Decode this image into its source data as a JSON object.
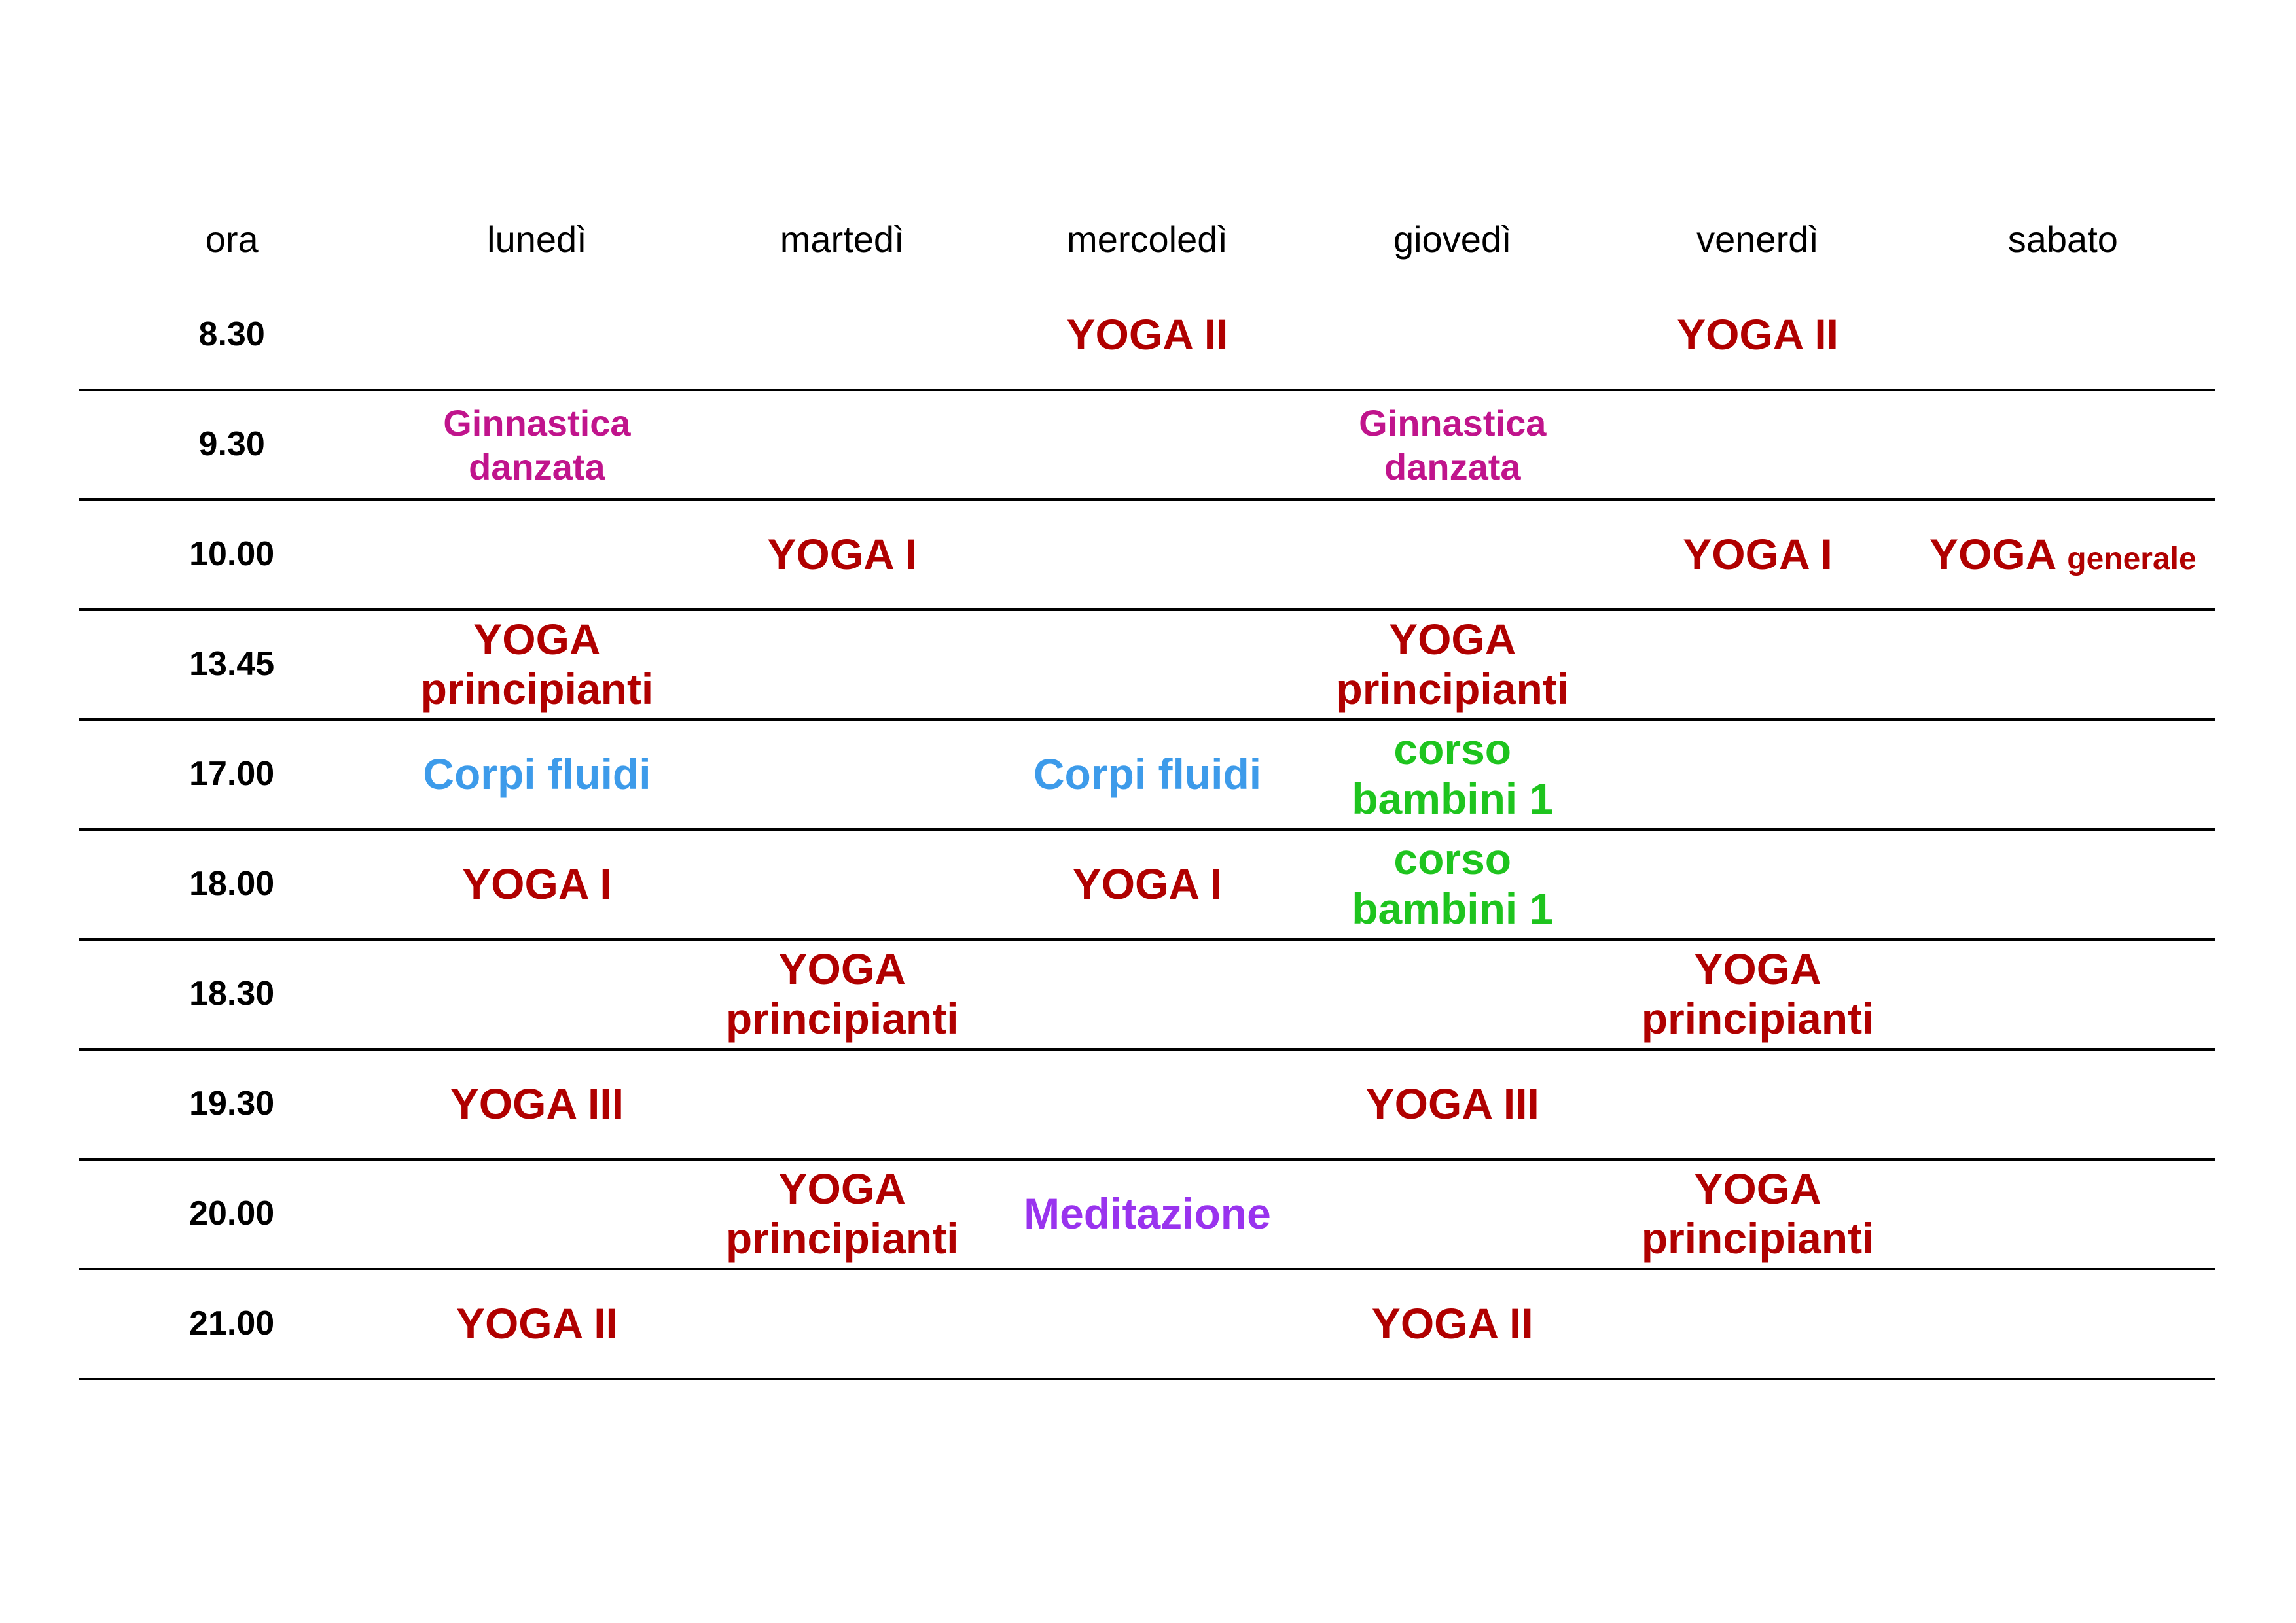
{
  "schedule": {
    "headers": [
      "ora",
      "lunedì",
      "martedì",
      "mercoledì",
      "giovedì",
      "venerdì",
      "sabato"
    ],
    "rows": [
      {
        "time": "8.30",
        "cells": [
          null,
          null,
          {
            "lines": [
              "YOGA II"
            ],
            "kind": "yoga"
          },
          null,
          {
            "lines": [
              "YOGA II"
            ],
            "kind": "yoga"
          },
          null
        ]
      },
      {
        "time": "9.30",
        "cells": [
          {
            "lines": [
              "Ginnastica",
              "danzata"
            ],
            "kind": "ginn"
          },
          null,
          null,
          {
            "lines": [
              "Ginnastica",
              "danzata"
            ],
            "kind": "ginn"
          },
          null,
          null
        ]
      },
      {
        "time": "10.00",
        "cells": [
          null,
          {
            "lines": [
              "YOGA I"
            ],
            "kind": "yoga"
          },
          null,
          null,
          {
            "lines": [
              "YOGA I"
            ],
            "kind": "yoga"
          },
          {
            "lines": [
              "YOGA"
            ],
            "suffix": "generale",
            "kind": "yoga"
          }
        ]
      },
      {
        "time": "13.45",
        "cells": [
          {
            "lines": [
              "YOGA",
              "principianti"
            ],
            "kind": "yoga"
          },
          null,
          null,
          {
            "lines": [
              "YOGA",
              "principianti"
            ],
            "kind": "yoga"
          },
          null,
          null
        ]
      },
      {
        "time": "17.00",
        "cells": [
          {
            "lines": [
              "Corpi fluidi"
            ],
            "kind": "corpi"
          },
          null,
          {
            "lines": [
              "Corpi fluidi"
            ],
            "kind": "corpi"
          },
          {
            "lines": [
              "corso",
              "bambini 1"
            ],
            "kind": "corso"
          },
          null,
          null
        ]
      },
      {
        "time": "18.00",
        "cells": [
          {
            "lines": [
              "YOGA I"
            ],
            "kind": "yoga"
          },
          null,
          {
            "lines": [
              "YOGA I"
            ],
            "kind": "yoga"
          },
          {
            "lines": [
              "corso",
              "bambini 1"
            ],
            "kind": "corso"
          },
          null,
          null
        ]
      },
      {
        "time": "18.30",
        "cells": [
          null,
          {
            "lines": [
              "YOGA",
              "principianti"
            ],
            "kind": "yoga"
          },
          null,
          null,
          {
            "lines": [
              "YOGA",
              "principianti"
            ],
            "kind": "yoga"
          },
          null
        ]
      },
      {
        "time": "19.30",
        "cells": [
          {
            "lines": [
              "YOGA III"
            ],
            "kind": "yoga"
          },
          null,
          null,
          {
            "lines": [
              "YOGA III"
            ],
            "kind": "yoga"
          },
          null,
          null
        ]
      },
      {
        "time": "20.00",
        "cells": [
          null,
          {
            "lines": [
              "YOGA",
              "principianti"
            ],
            "kind": "yoga"
          },
          {
            "lines": [
              "Meditazione"
            ],
            "kind": "medit"
          },
          null,
          {
            "lines": [
              "YOGA",
              "principianti"
            ],
            "kind": "yoga"
          },
          null
        ]
      },
      {
        "time": "21.00",
        "cells": [
          {
            "lines": [
              "YOGA II"
            ],
            "kind": "yoga"
          },
          null,
          null,
          {
            "lines": [
              "YOGA II"
            ],
            "kind": "yoga"
          },
          null,
          null
        ]
      }
    ]
  },
  "colors": {
    "yoga": "#b00000",
    "ginn": "#c0148c",
    "corpi": "#3d9bea",
    "corso": "#1ec41e",
    "medit": "#9933ee",
    "rule": "#000000"
  }
}
